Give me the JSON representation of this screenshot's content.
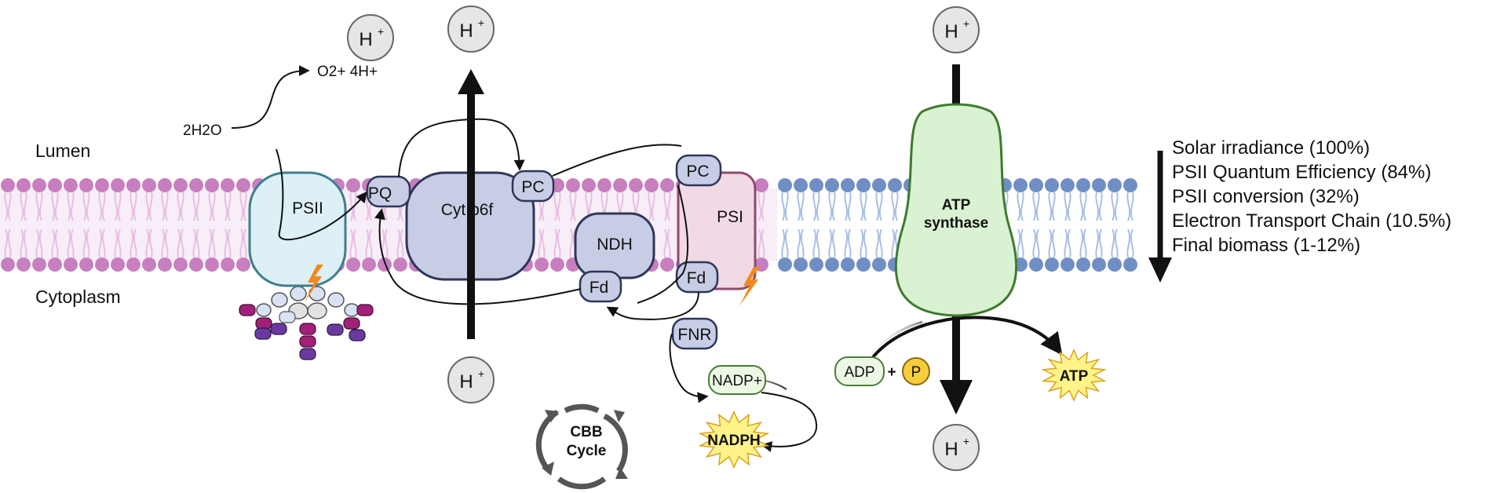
{
  "regions": {
    "lumen": "Lumen",
    "cytoplasm": "Cytoplasm"
  },
  "water_split": {
    "reactant": "2H2O",
    "products": "O2+ 4H+"
  },
  "proton": {
    "symbol": "H",
    "charge": "+"
  },
  "proteins": {
    "psii": "PSII",
    "pq": "PQ",
    "cyt_b6f": "Cyt b6f",
    "pc_1": "PC",
    "pc_2": "PC",
    "ndh": "NDH",
    "fd_1": "Fd",
    "fd_2": "Fd",
    "psi": "PSI",
    "fnr": "FNR",
    "atp_synthase": [
      "ATP",
      "synthase"
    ]
  },
  "metabolites": {
    "nadp": "NADP+",
    "nadph": "NADPH",
    "adp": "ADP",
    "plus": "+",
    "phosphate": "P",
    "atp": "ATP",
    "cbb_cycle": [
      "CBB",
      "Cycle"
    ]
  },
  "efficiency_cascade": [
    "Solar irradiance (100%)",
    "PSII Quantum Efficiency (84%)",
    "PSII conversion (32%)",
    "Electron Transport Chain (10.5%)",
    "Final biomass (1-12%)"
  ],
  "colors": {
    "thylakoid_membrane": "#c77fc0",
    "thylakoid_tail": "#e7bfe3",
    "bacterial_membrane": "#6f8fc4",
    "bacterial_tail": "#a8c0e6",
    "psii_fill": "#dcf0f6",
    "psii_stroke": "#3f7e8d",
    "electron_carrier": "#c7cde4",
    "carrier_stroke": "#2e3659",
    "psi_fill": "#f1d9e6",
    "psi_stroke": "#8f4a6c",
    "atp_synthase_fill": "#d9f2d2",
    "atp_synthase_stroke": "#3f7a2f",
    "lightning": "#f28a1b",
    "starburst": "#fff38a",
    "phosphate": "#f6cd3c",
    "antenna_magenta": "#a3207a",
    "antenna_purple": "#6b3aa0"
  }
}
